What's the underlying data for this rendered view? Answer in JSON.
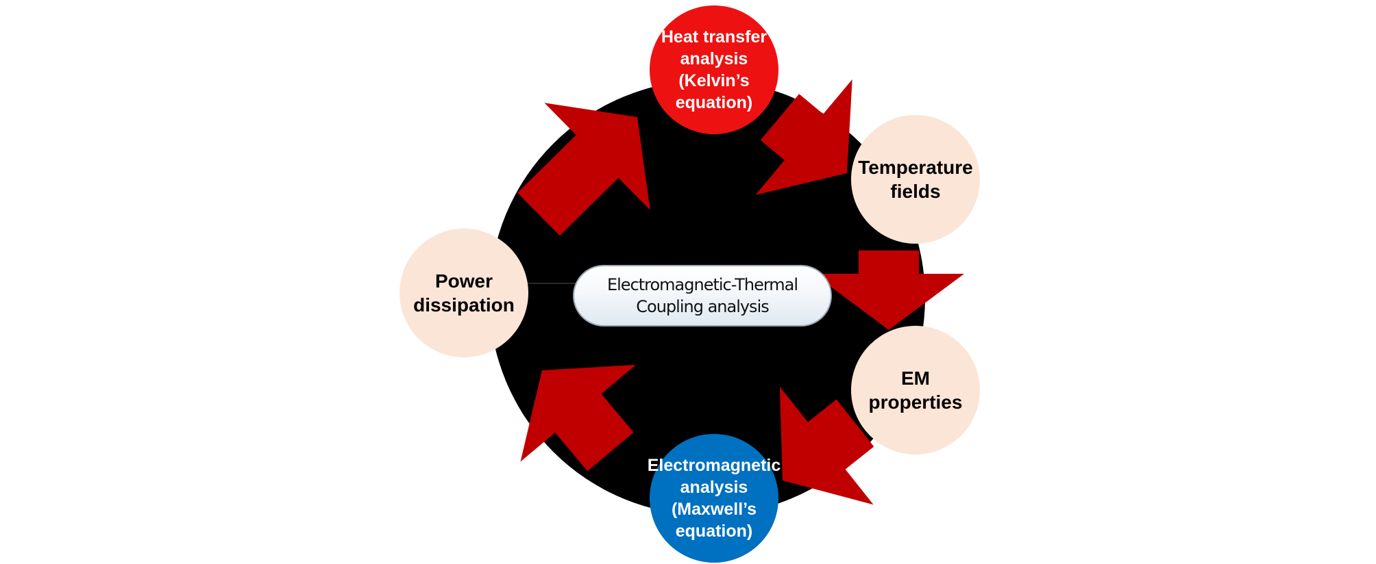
{
  "diagram": {
    "center_label": "Electromagnetic-Thermal\nCoupling analysis",
    "nodes": [
      {
        "id": "heat",
        "label": "Heat transfer\nanalysis\n(Kelvin’s\nequation)",
        "fill": "#ee1111",
        "text_color": "#ffffff"
      },
      {
        "id": "temp",
        "label": "Temperature\nfields",
        "fill": "#fbe5d6",
        "text_color": "#000000"
      },
      {
        "id": "emprop",
        "label": "EM\nproperties",
        "fill": "#fbe5d6",
        "text_color": "#000000"
      },
      {
        "id": "em",
        "label": "Electromagnetic\nanalysis\n(Maxwell’s\nequation)",
        "fill": "#0070c0",
        "text_color": "#ffffff"
      },
      {
        "id": "power",
        "label": "Power\ndissipation",
        "fill": "#fbe5d6",
        "text_color": "#000000"
      }
    ],
    "arrow_color": "#c00000",
    "background_disc_color": "#000000"
  }
}
